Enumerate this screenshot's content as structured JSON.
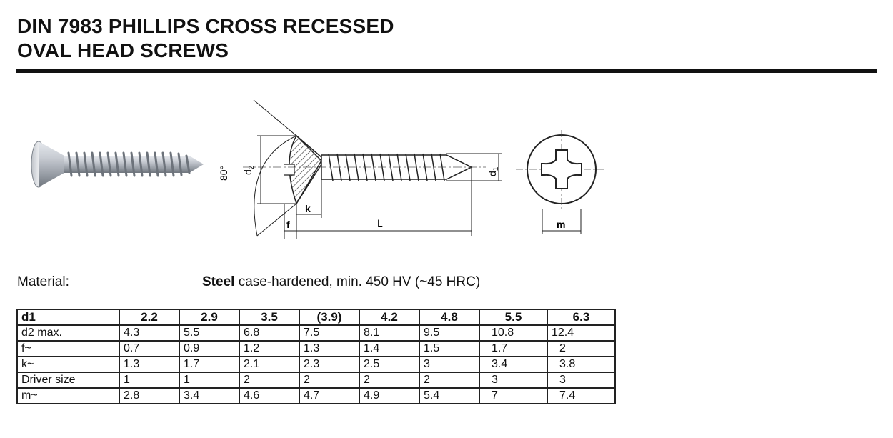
{
  "title": {
    "line1": "DIN 7983 PHILLIPS CROSS RECESSED",
    "line2": "OVAL HEAD SCREWS"
  },
  "drawing": {
    "angle_label": "80°",
    "d2_label": "d",
    "d2_sub": "2",
    "d1_label": "d",
    "d1_sub": "1",
    "k_label": "k",
    "f_label": "f",
    "L_label": "L",
    "m_label": "m"
  },
  "material": {
    "label": "Material:",
    "bold": "Steel",
    "rest": " case-hardened, min. 450 HV (~45 HRC)"
  },
  "table": {
    "header_label": "d1",
    "columns": [
      "2.2",
      "2.9",
      "3.5",
      "(3.9)",
      "4.2",
      "4.8",
      "5.5",
      "6.3"
    ],
    "rows": [
      {
        "label": "d2 max.",
        "values": [
          "4.3",
          "5.5",
          "6.8",
          "7.5",
          "8.1",
          "9.5",
          "10.8",
          "12.4"
        ]
      },
      {
        "label": "f~",
        "values": [
          "0.7",
          "0.9",
          "1.2",
          "1.3",
          "1.4",
          "1.5",
          "1.7",
          "2"
        ]
      },
      {
        "label": "k~",
        "values": [
          "1.3",
          "1.7",
          "2.1",
          "2.3",
          "2.5",
          "3",
          "3.4",
          "3.8"
        ]
      },
      {
        "label": "Driver size",
        "values": [
          "1",
          "1",
          "2",
          "2",
          "2",
          "2",
          "3",
          "3"
        ]
      },
      {
        "label": "m~",
        "values": [
          "2.8",
          "3.4",
          "4.6",
          "4.7",
          "4.9",
          "5.4",
          "7",
          "7.4"
        ]
      }
    ]
  }
}
